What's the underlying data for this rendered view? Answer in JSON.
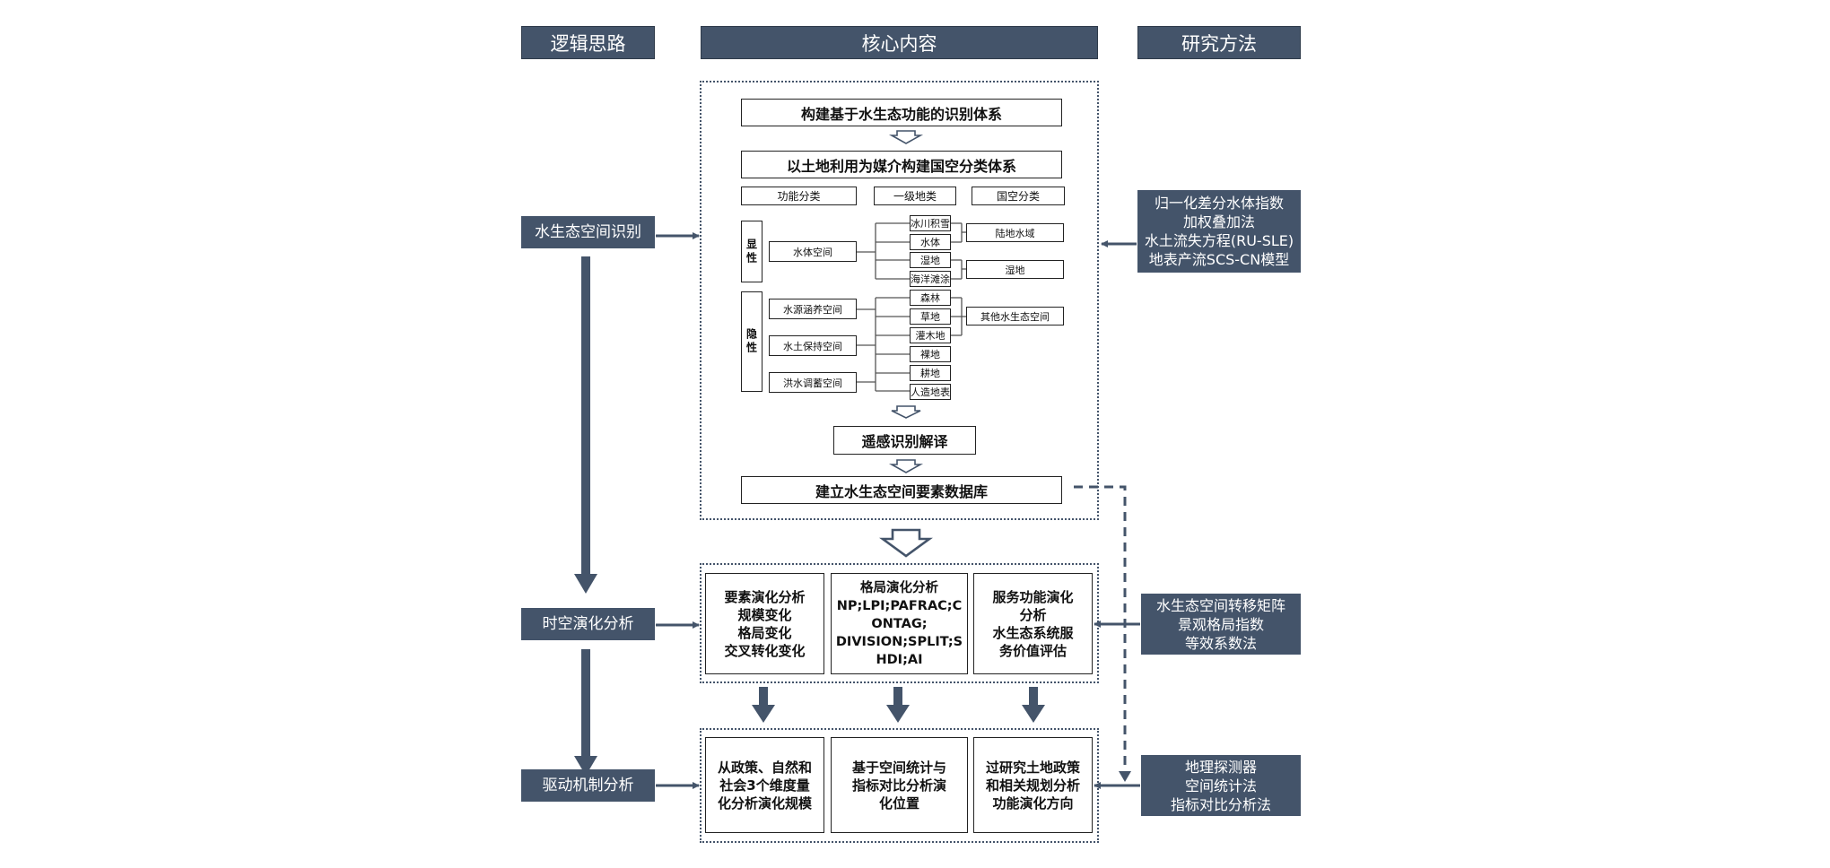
{
  "headers": {
    "left": "逻辑思路",
    "center": "核心内容",
    "right": "研究方法"
  },
  "stages": {
    "identify": "水生态空间识别",
    "evolution": "时空演化分析",
    "driver": "驱动机制分析"
  },
  "core": {
    "step1": "构建基于水生态功能的识别体系",
    "step2": "以土地利用为媒介构建国空分类体系",
    "col_heads": [
      "功能分类",
      "一级地类",
      "国空分类"
    ],
    "explicit_label": "显性",
    "implicit_label": "隐性",
    "functions": [
      "水体空间",
      "水源涵养空间",
      "水土保持空间",
      "洪水调蓄空间"
    ],
    "land_types": [
      "冰川积雪",
      "水体",
      "湿地",
      "海洋滩涂",
      "森林",
      "草地",
      "灌木地",
      "裸地",
      "耕地",
      "人造地表"
    ],
    "national_types": [
      "陆地水域",
      "湿地",
      "其他水生态空间"
    ],
    "step3": "遥感识别解译",
    "step4": "建立水生态空间要素数据库"
  },
  "evolution_boxes": [
    {
      "lines": [
        "要素演化分析",
        "规模变化",
        "格局变化",
        "交叉转化变化"
      ]
    },
    {
      "lines": [
        "格局演化分析",
        "NP;LPI;PAFRAC;C",
        "ONTAG;",
        "DIVISION;SPLIT;S",
        "HDI;AI"
      ]
    },
    {
      "lines": [
        "服务功能演化",
        "分析",
        "水生态系统服",
        "务价值评估"
      ]
    }
  ],
  "driver_boxes": [
    {
      "lines": [
        "从政策、自然和",
        "社会3个维度量",
        "化分析演化规模"
      ]
    },
    {
      "lines": [
        "基于空间统计与",
        "指标对比分析演",
        "化位置"
      ]
    },
    {
      "lines": [
        "过研究土地政策",
        "和相关规划分析",
        "功能演化方向"
      ]
    }
  ],
  "methods": {
    "identify": [
      "归一化差分水体指数",
      "加权叠加法",
      "水土流失方程(RU-SLE)",
      "地表产流SCS-CN模型"
    ],
    "evolution": [
      "水生态空间转移矩阵",
      "景观格局指数",
      "等效系数法"
    ],
    "driver": [
      "地理探测器",
      "空间统计法",
      "指标对比分析法"
    ]
  },
  "colors": {
    "accent": "#44546a"
  }
}
